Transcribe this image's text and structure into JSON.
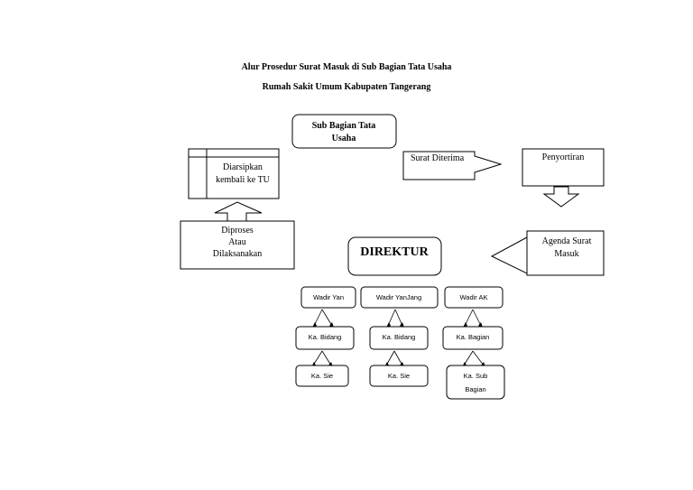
{
  "title": {
    "line1": "Alur Prosedur Surat Masuk di Sub Bagian Tata Usaha",
    "line2": "Rumah Sakit Umum Kabupaten Tangerang"
  },
  "nodes": {
    "sub_bagian_tu": [
      "Sub Bagian Tata",
      "Usaha"
    ],
    "surat_diterima": "Surat Diterima",
    "penyortiran": "Penyortiran",
    "agenda_surat_masuk": [
      "Agenda Surat",
      "Masuk"
    ],
    "direktur": "DIREKTUR",
    "diproses": [
      "Diproses",
      "Atau",
      "Dilaksanakan"
    ],
    "diarsipkan": [
      "Diarsipkan",
      "kembali ke TU"
    ]
  },
  "org": {
    "wadir_yan": "Wadir Yan",
    "wadir_yanjang": "Wadir YanJang",
    "wadir_ak": "Wadir AK",
    "ka_bidang_1": "Ka. Bidang",
    "ka_bidang_2": "Ka. Bidang",
    "ka_bagian": "Ka. Bagian",
    "ka_sie_1": "Ka. Sie",
    "ka_sie_2": "Ka. Sie",
    "ka_sub_bagian": [
      "Ka. Sub",
      "Bagian"
    ]
  }
}
